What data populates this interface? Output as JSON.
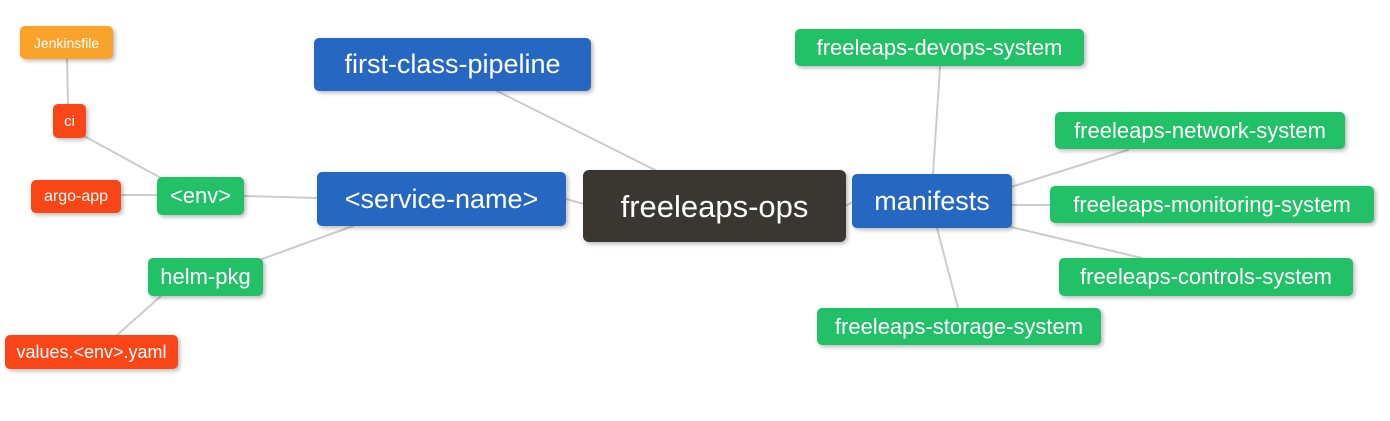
{
  "diagram": {
    "type": "mindmap",
    "root_label": "freeleaps-ops"
  },
  "colors": {
    "blue": "#2667C1",
    "green": "#23C167",
    "red": "#FA4616",
    "orange": "#F9A32B",
    "dark": "#3A3733",
    "edge": "#CCCCCC",
    "text": "#FFFFFF",
    "background": "#FFFFFF"
  },
  "nodes": {
    "jenkinsfile": {
      "label": "Jenkinsfile"
    },
    "ci": {
      "label": "ci"
    },
    "argo_app": {
      "label": "argo-app"
    },
    "env": {
      "label": "<env>"
    },
    "helm_pkg": {
      "label": "helm-pkg"
    },
    "values_yaml": {
      "label": "values.<env>.yaml"
    },
    "first_class_pipeline": {
      "label": "first-class-pipeline"
    },
    "service_name": {
      "label": "<service-name>"
    },
    "freeleaps_ops": {
      "label": "freeleaps-ops"
    },
    "manifests": {
      "label": "manifests"
    },
    "devops_system": {
      "label": "freeleaps-devops-system"
    },
    "network_system": {
      "label": "freeleaps-network-system"
    },
    "monitoring_system": {
      "label": "freeleaps-monitoring-system"
    },
    "controls_system": {
      "label": "freeleaps-controls-system"
    },
    "storage_system": {
      "label": "freeleaps-storage-system"
    }
  },
  "edges": [
    {
      "from": "jenkinsfile",
      "to": "ci"
    },
    {
      "from": "ci",
      "to": "env"
    },
    {
      "from": "argo_app",
      "to": "env"
    },
    {
      "from": "env",
      "to": "service_name"
    },
    {
      "from": "helm_pkg",
      "to": "service_name"
    },
    {
      "from": "values_yaml",
      "to": "helm_pkg"
    },
    {
      "from": "first_class_pipeline",
      "to": "freeleaps_ops"
    },
    {
      "from": "service_name",
      "to": "freeleaps_ops"
    },
    {
      "from": "freeleaps_ops",
      "to": "manifests"
    },
    {
      "from": "manifests",
      "to": "devops_system"
    },
    {
      "from": "manifests",
      "to": "network_system"
    },
    {
      "from": "manifests",
      "to": "monitoring_system"
    },
    {
      "from": "manifests",
      "to": "controls_system"
    },
    {
      "from": "manifests",
      "to": "storage_system"
    }
  ]
}
